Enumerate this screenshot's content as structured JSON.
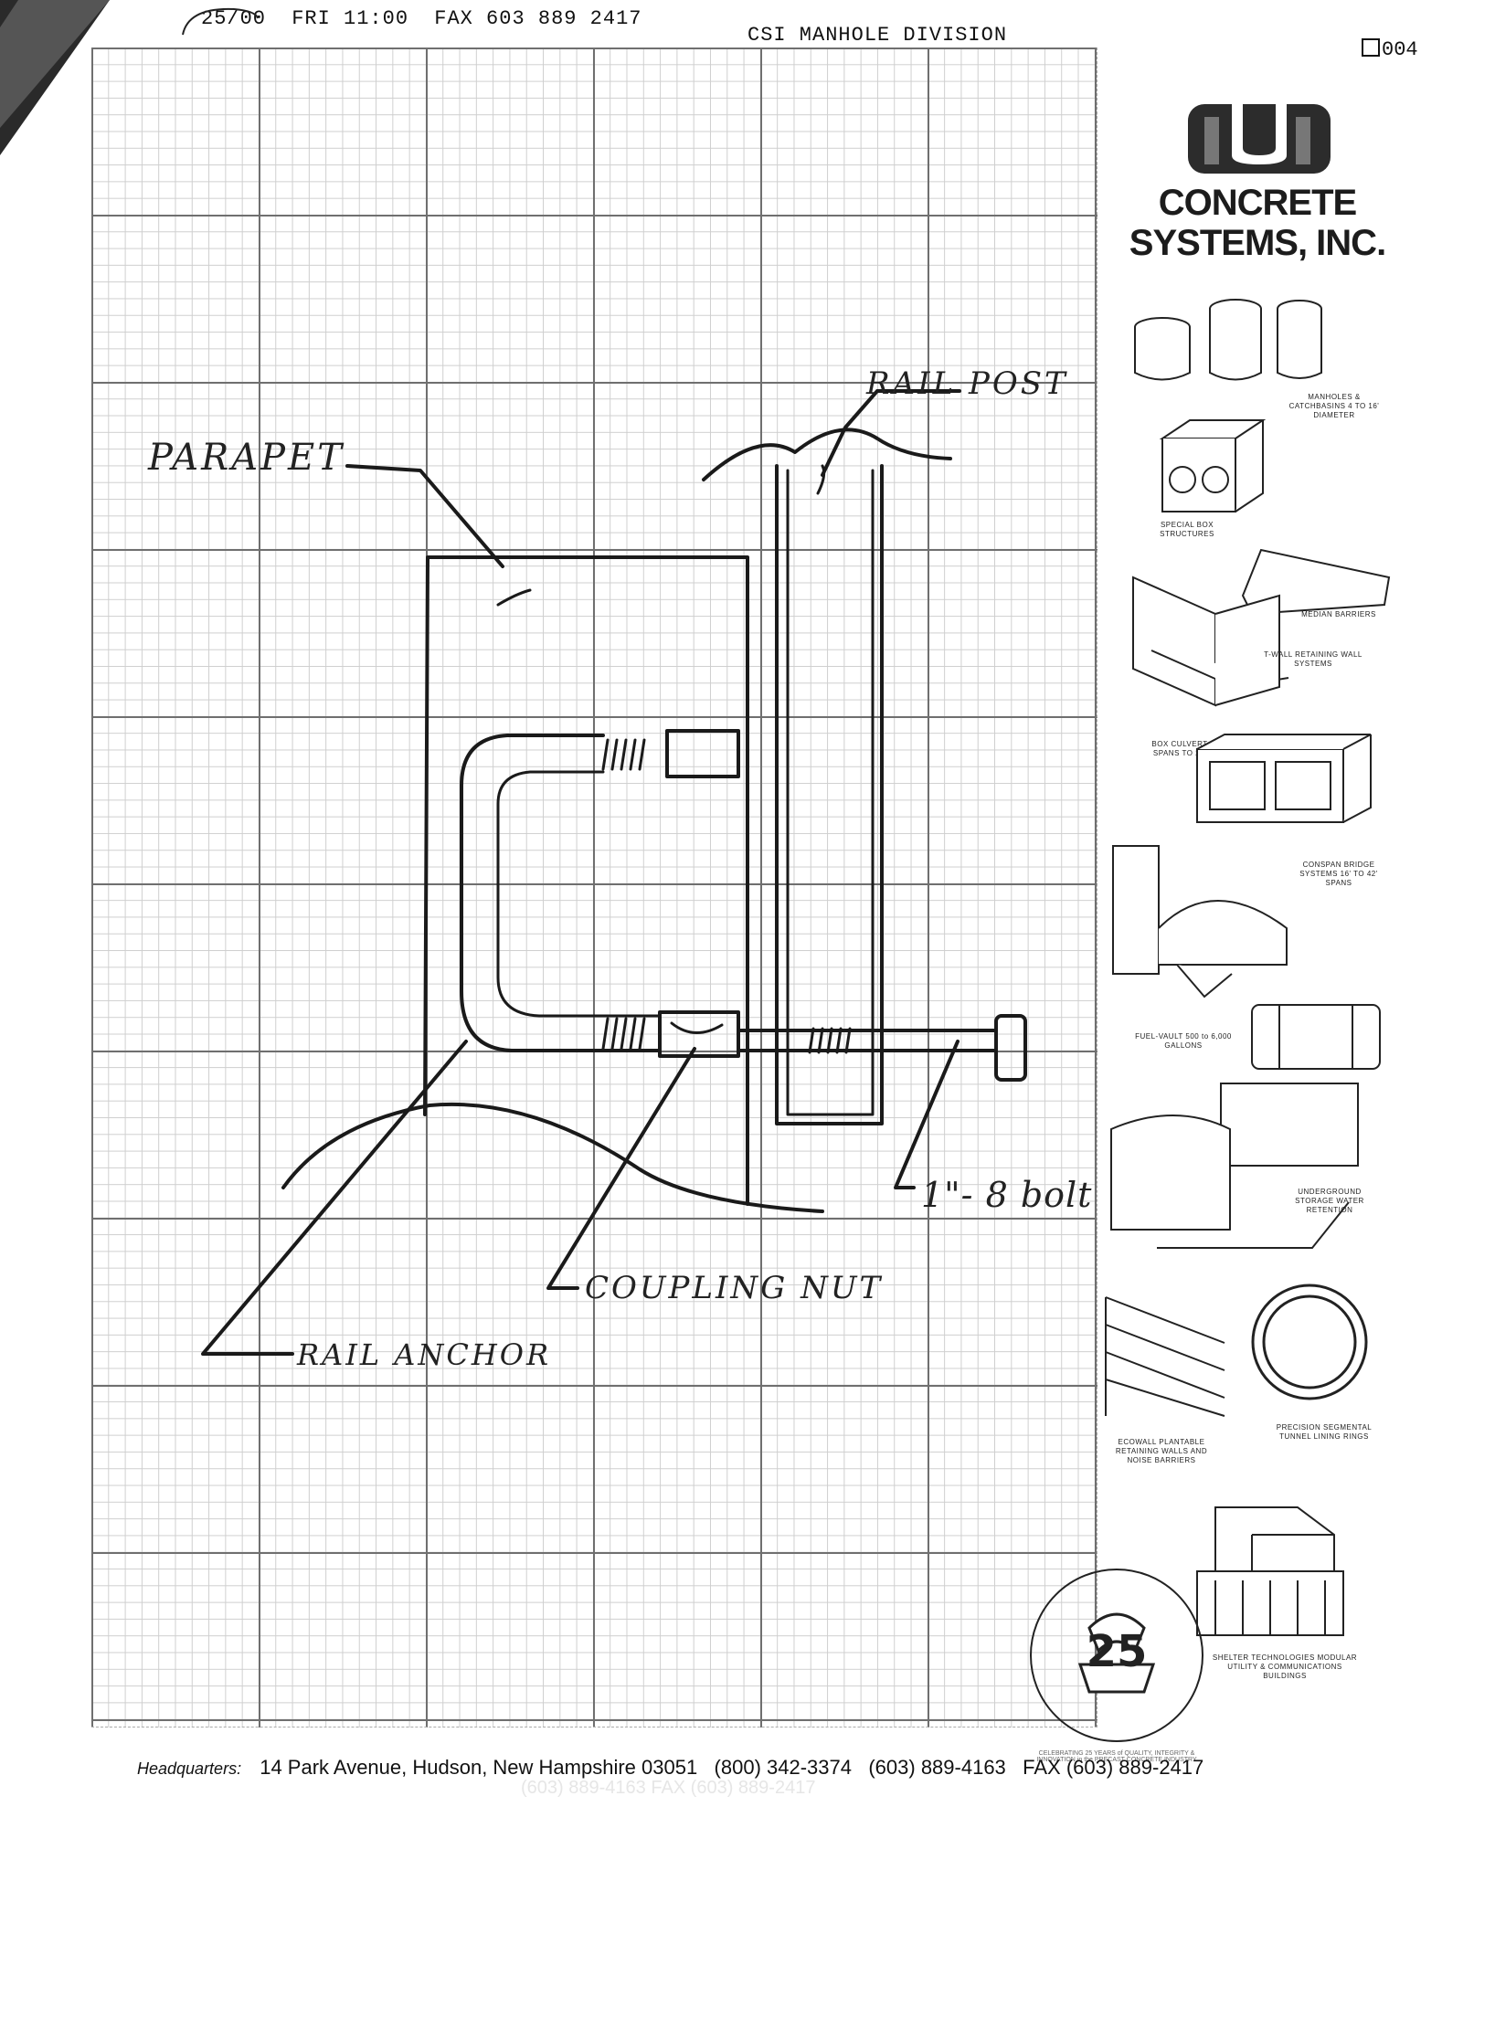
{
  "fax_header": {
    "date": "25/00",
    "day_time": "FRI 11:00",
    "fax_number": "FAX 603 889 2417",
    "division": "CSI MANHOLE DIVISION",
    "page": "004"
  },
  "sketch_labels": {
    "rail_post": "RAIL POST",
    "parapet": "PARAPET",
    "bolt": "1\"- 8 bolt",
    "coupling_nut": "COUPLING NUT",
    "rail_anchor": "RAIL ANCHOR"
  },
  "company": {
    "name_line1": "CONCRETE",
    "name_line2": "SYSTEMS, INC.",
    "products": [
      "MANHOLES & CATCHBASINS 4 TO 16' DIAMETER",
      "SPECIAL BOX STRUCTURES",
      "MEDIAN BARRIERS",
      "T-WALL RETAINING WALL SYSTEMS",
      "BOX CULVERT SPANS TO 20'",
      "CONSPAN BRIDGE SYSTEMS 16' TO 42' SPANS",
      "FUEL-VAULT 500 to 6,000 GALLONS",
      "UNDERGROUND STORAGE WATER RETENTION",
      "ECOWALL PLANTABLE RETAINING WALLS AND NOISE BARRIERS",
      "PRECISION SEGMENTAL TUNNEL LINING RINGS",
      "SHELTER TECHNOLOGIES MODULAR UTILITY & COMMUNICATIONS BUILDINGS"
    ],
    "seal_text": "CELEBRATING 25 YEARS of QUALITY, INTEGRITY & INNOVATION in the PRECAST CONCRETE INDUSTRY"
  },
  "footer": {
    "label": "Headquarters:",
    "address": "14 Park Avenue, Hudson, New Hampshire 03051",
    "phone_tollfree": "(800) 342-3374",
    "phone": "(603) 889-4163",
    "fax": "FAX (603) 889-2417",
    "ghost_text": "(603) 889-4163   FAX (603) 889-2417"
  }
}
